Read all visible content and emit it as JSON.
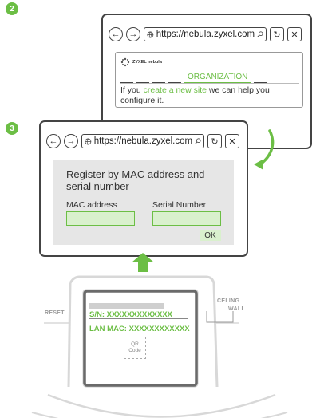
{
  "steps": {
    "step2": "2",
    "step3": "3"
  },
  "browser_back": {
    "url": "https://nebula.zyxel.com",
    "logo_text": "ZYXEL nebula",
    "tab_label": "ORGANIZATION",
    "message_before": "If you ",
    "message_link": "create a new site",
    "message_after": " we can help you configure it."
  },
  "browser_front": {
    "url": "https://nebula.zyxel.com",
    "dialog_title": "Register by MAC address and serial number",
    "mac_label": "MAC address",
    "serial_label": "Serial Number",
    "ok_label": "OK"
  },
  "device": {
    "reset_label": "RESET",
    "celing_label": "CELING",
    "wall_label": "WALL",
    "sn_text": "S/N: XXXXXXXXXXXXX",
    "lan_mac_text": "LAN MAC: XXXXXXXXXXXX",
    "qr_text": "QR Code"
  },
  "colors": {
    "accent": "#6cbe45",
    "accent_light": "#d9f0cd",
    "dialog_bg": "#e6e6e6"
  },
  "icons": [
    "back-arrow-icon",
    "forward-arrow-icon",
    "globe-icon",
    "search-icon",
    "refresh-icon",
    "close-icon",
    "up-arrow-icon",
    "curved-arrow-icon",
    "qr-code-icon"
  ]
}
